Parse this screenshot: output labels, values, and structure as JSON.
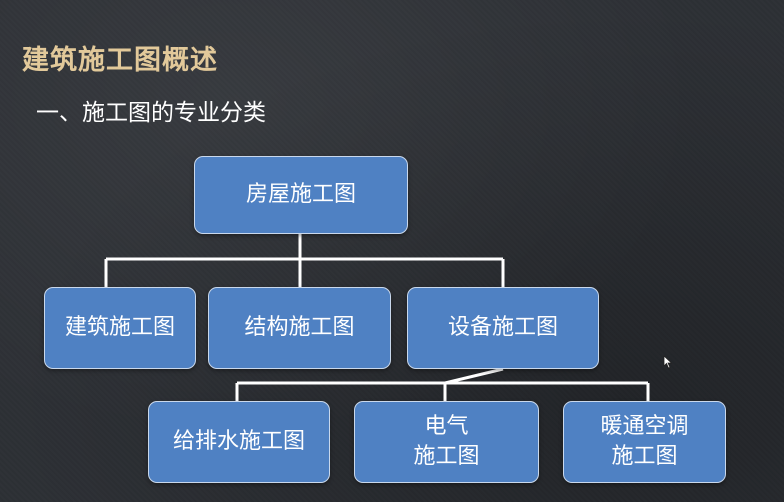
{
  "slide": {
    "title": "建筑施工图概述",
    "subtitle": "一、施工图的专业分类"
  },
  "diagram": {
    "root": {
      "label": "房屋施工图"
    },
    "level1": [
      {
        "label": "建筑施工图"
      },
      {
        "label": "结构施工图"
      },
      {
        "label": "设备施工图"
      }
    ],
    "level2": [
      {
        "lines": [
          "给排水施工图"
        ]
      },
      {
        "lines": [
          "电气",
          "施工图"
        ]
      },
      {
        "lines": [
          "暖通空调",
          "施工图"
        ]
      }
    ]
  },
  "colors": {
    "background": "#2d3035",
    "title": "#e2c99a",
    "box_fill": "#4f81c3",
    "box_border": "#c9d8ec",
    "connector": "#ffffff"
  },
  "icons": {
    "cursor": "mouse-pointer-icon"
  }
}
